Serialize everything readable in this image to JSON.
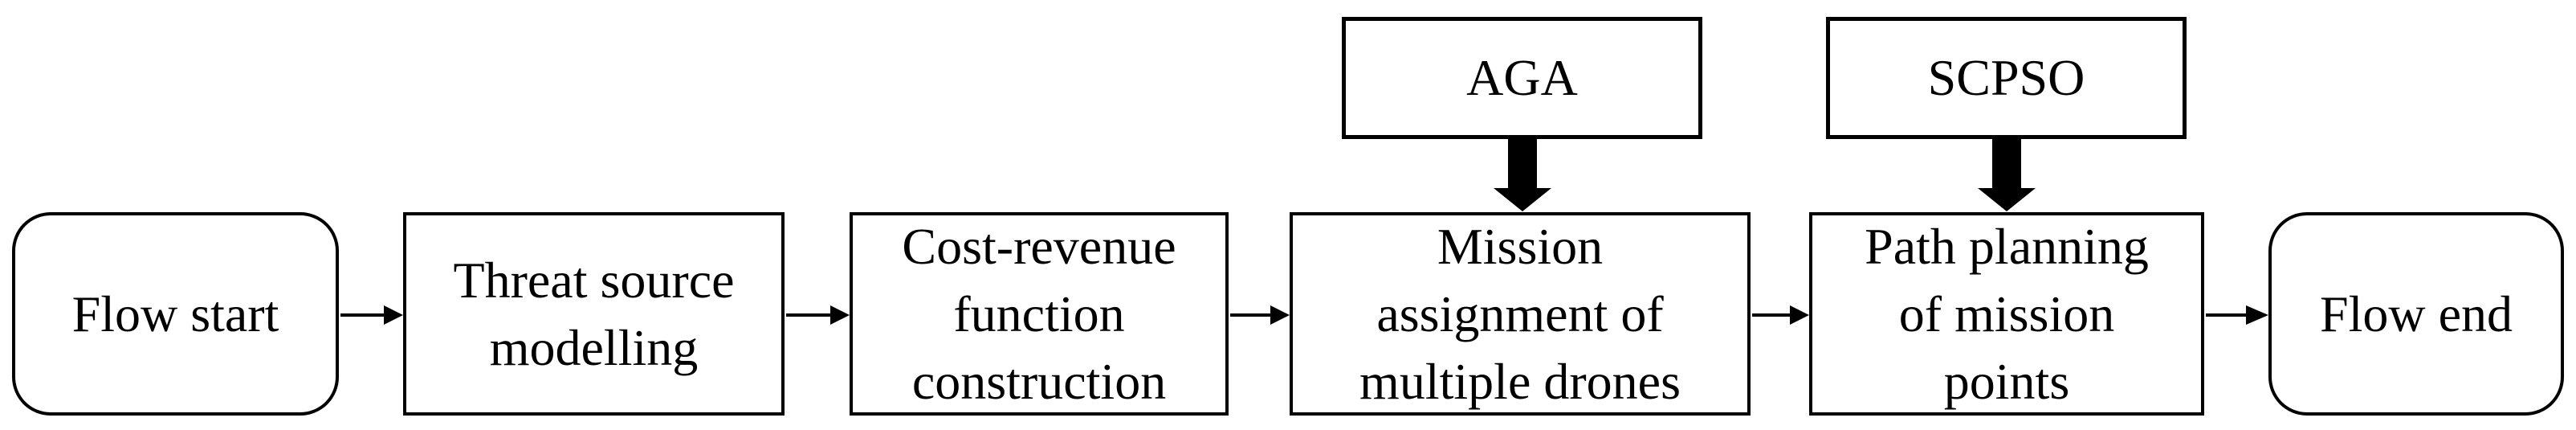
{
  "colors": {
    "background": "#ffffff",
    "stroke": "#000000",
    "text": "#000000"
  },
  "nodes": {
    "flow_start": {
      "label": "Flow start",
      "shape": "rounded"
    },
    "threat_source": {
      "label": [
        "Threat source",
        "modelling"
      ],
      "shape": "rect"
    },
    "cost_revenue": {
      "label": [
        "Cost-revenue",
        "function",
        "construction"
      ],
      "shape": "rect"
    },
    "mission_assignment": {
      "label": [
        "Mission",
        "assignment of",
        "multiple drones"
      ],
      "shape": "rect"
    },
    "path_planning": {
      "label": [
        "Path planning",
        "of mission",
        "points"
      ],
      "shape": "rect"
    },
    "flow_end": {
      "label": "Flow end",
      "shape": "rounded"
    },
    "aga": {
      "label": "AGA",
      "shape": "rect"
    },
    "scpso": {
      "label": "SCPSO",
      "shape": "rect"
    }
  },
  "edges": [
    {
      "from": "flow_start",
      "to": "threat_source",
      "style": "thin-arrow"
    },
    {
      "from": "threat_source",
      "to": "cost_revenue",
      "style": "thin-arrow"
    },
    {
      "from": "cost_revenue",
      "to": "mission_assignment",
      "style": "thin-arrow"
    },
    {
      "from": "mission_assignment",
      "to": "path_planning",
      "style": "thin-arrow"
    },
    {
      "from": "path_planning",
      "to": "flow_end",
      "style": "thin-arrow"
    },
    {
      "from": "aga",
      "to": "mission_assignment",
      "style": "thick-arrow"
    },
    {
      "from": "scpso",
      "to": "path_planning",
      "style": "thick-arrow"
    }
  ]
}
